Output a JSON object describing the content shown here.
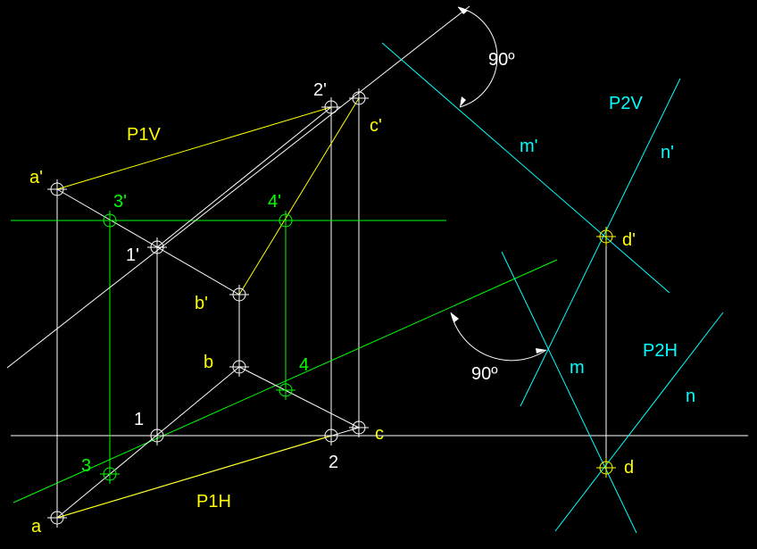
{
  "colors": {
    "background": "#000000",
    "white": "#ffffff",
    "yellow": "#ffff00",
    "green": "#00ff00",
    "cyan": "#00ffff"
  },
  "labels": {
    "a_prime": "a'",
    "b_prime": "b'",
    "c_prime": "c'",
    "one_prime": "1'",
    "two_prime": "2'",
    "three_prime": "3'",
    "four_prime": "4'",
    "d_prime": "d'",
    "a": "a",
    "b": "b",
    "c": "c",
    "one": "1",
    "two": "2",
    "three": "3",
    "four": "4",
    "d": "d",
    "p1v": "P1V",
    "p1h": "P1H",
    "p2v": "P2V",
    "p2h": "P2H",
    "m_prime": "m'",
    "n_prime": "n'",
    "m": "m",
    "n": "n",
    "angle_top": "90º",
    "angle_bottom": "90º"
  }
}
